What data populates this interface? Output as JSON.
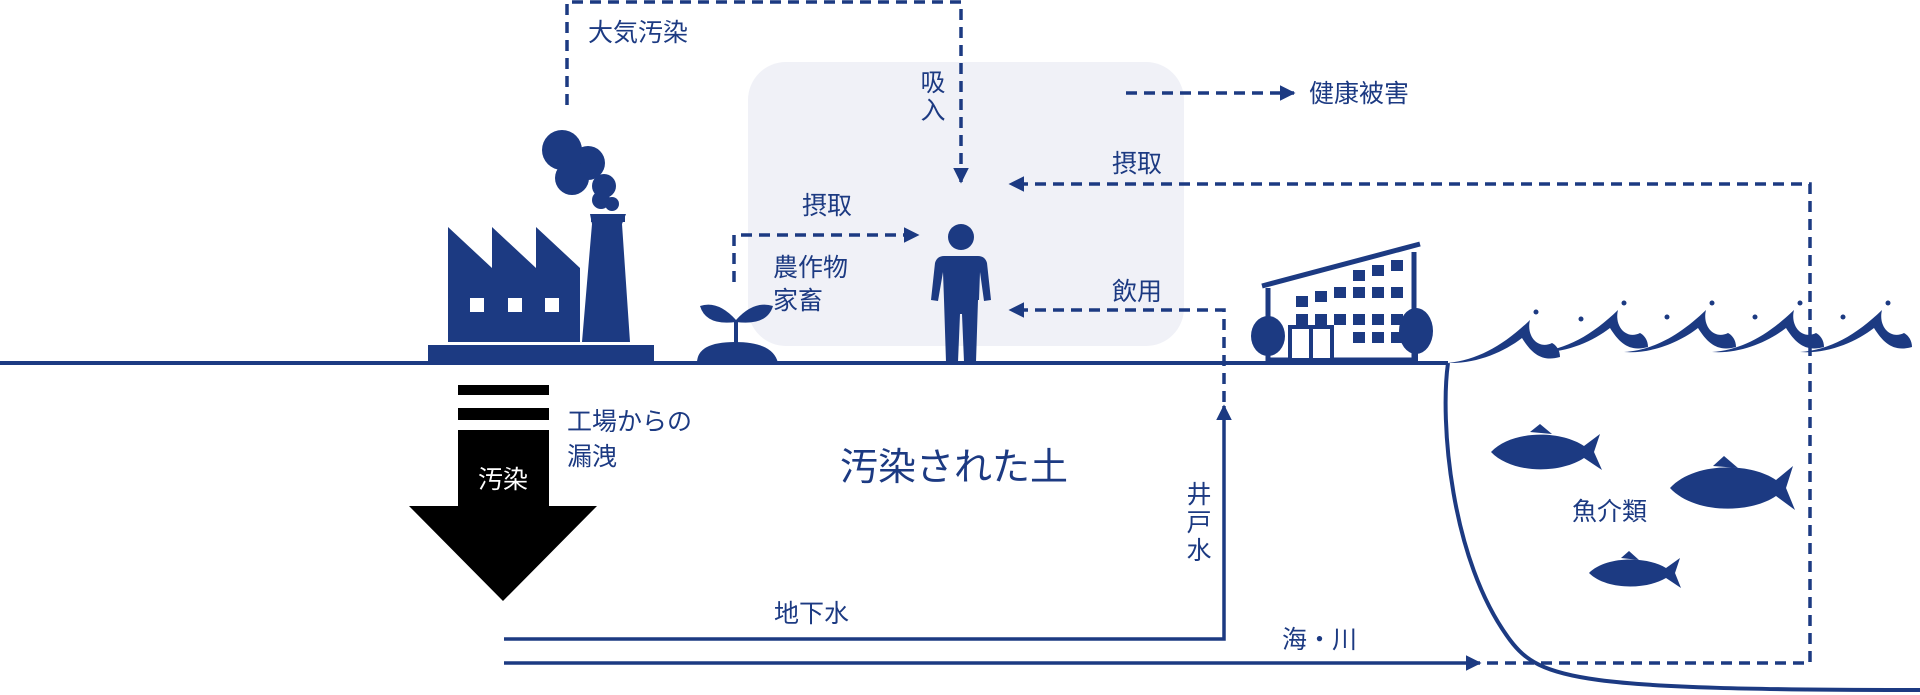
{
  "colors": {
    "primary": "#1c3a82",
    "human_zone": "#f0f1f7",
    "contamination_arrow": "#000000"
  },
  "labels": {
    "air_pollution": "大気汚染",
    "inhalation": [
      "吸",
      "入"
    ],
    "health_damage": "健康被害",
    "intake_top": "摂取",
    "intake_crops": "摂取",
    "crops": [
      "農作物",
      "家畜"
    ],
    "drinking": "飲用",
    "factory_leak": [
      "工場からの",
      "漏洩"
    ],
    "contamination": "汚染",
    "contaminated_soil": "汚染された土",
    "well_water": [
      "井",
      "戸",
      "水"
    ],
    "groundwater": "地下水",
    "sea_river": "海・川",
    "seafood": "魚介類"
  },
  "icons": {
    "factory": "factory-icon",
    "seedling": "seedling-icon",
    "person": "person-icon",
    "building": "building-icon",
    "waves": "waves-icon",
    "fish": "fish-icon"
  }
}
